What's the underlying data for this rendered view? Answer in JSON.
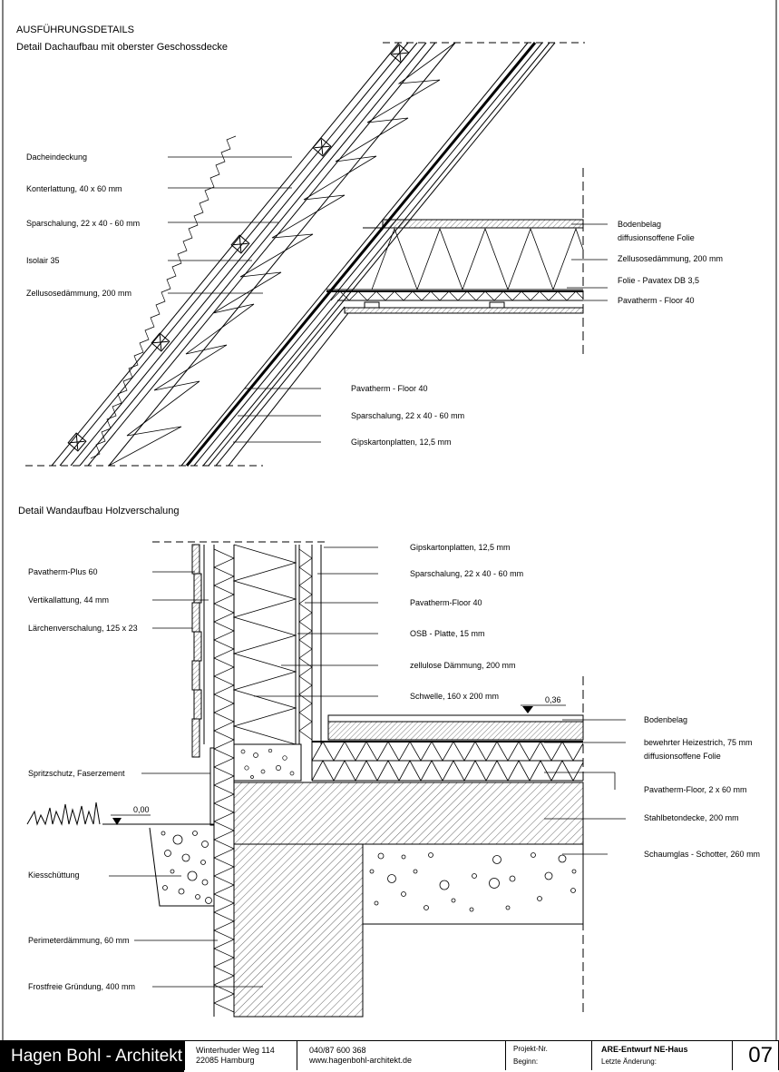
{
  "header": {
    "section_title": "AUSFÜHRUNGSDETAILS",
    "detail_roof_title": "Detail Dachaufbau mit oberster Geschossdecke",
    "detail_wall_title": "Detail Wandaufbau Holzverschalung"
  },
  "roof_labels_left": [
    "Dacheindeckung",
    "Konterlattung, 40 x 60 mm",
    "Sparschalung, 22 x 40 - 60 mm",
    "Isolair 35",
    "Zellusosedämmung, 200 mm"
  ],
  "roof_labels_right": [
    "Bodenbelag",
    "diffusionsoffene Folie",
    "Zellusosedämmung, 200 mm",
    "Folie - Pavatex DB 3,5",
    "Pavatherm - Floor 40"
  ],
  "roof_labels_bottom": [
    "Pavatherm - Floor 40",
    "Sparschalung, 22 x 40 - 60 mm",
    "Gipskartonplatten, 12,5 mm"
  ],
  "wall_labels_left": [
    "Pavatherm-Plus 60",
    "Vertikallattung, 44 mm",
    "Lärchenverschalung, 125 x 23",
    "Spritzschutz, Faserzement",
    "Kiesschüttung",
    "Perimeterdämmung, 60 mm",
    "Frostfreie Gründung, 400 mm"
  ],
  "wall_labels_mid": [
    "Gipskartonplatten, 12,5 mm",
    "Sparschalung, 22 x 40 - 60 mm",
    "Pavatherm-Floor 40",
    "OSB - Platte, 15 mm",
    "zellulose Dämmung, 200 mm",
    "Schwelle, 160 x 200 mm"
  ],
  "wall_labels_right": [
    "Bodenbelag",
    "bewehrter Heizestrich, 75 mm",
    "diffusionsoffene Folie",
    "Pavatherm-Floor, 2 x 60 mm",
    "Stahlbetondecke, 200 mm",
    "Schaumglas - Schotter, 260 mm"
  ],
  "levels": {
    "floor": "0,36",
    "ground": "0,00"
  },
  "footer": {
    "brand": "Hagen Bohl - Architekt",
    "street": "Winterhuder Weg 114",
    "city": "22085 Hamburg",
    "phone": "040/87 600 368",
    "web": "www.hagenbohl-architekt.de",
    "project_no_label": "Projekt-Nr.",
    "start_label": "Beginn:",
    "project_name": "ARE-Entwurf NE-Haus",
    "last_change_label": "Letzte Änderung:",
    "page_number": "07"
  }
}
